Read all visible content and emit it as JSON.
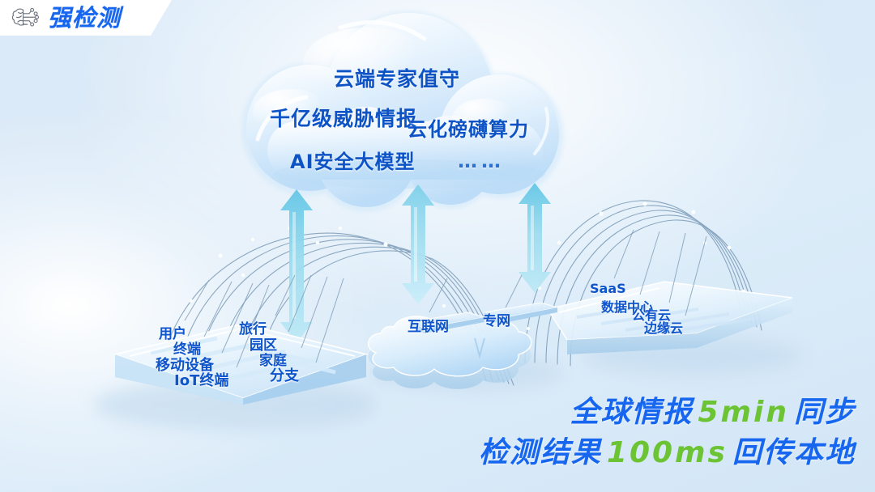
{
  "brand": {
    "logo_icon": "brain-circuit-icon",
    "name": "强检测"
  },
  "cloud": {
    "labels": [
      "云端专家值守",
      "千亿级威胁情报",
      "云化磅礴算力",
      "AI安全大模型",
      "……"
    ]
  },
  "platforms": {
    "left": {
      "labels_col1": [
        "用户",
        "终端",
        "移动设备",
        "IoT终端"
      ],
      "labels_col2": [
        "旅行",
        "园区",
        "家庭",
        "分支"
      ]
    },
    "middle": {
      "labels": [
        "互联网",
        "专网"
      ]
    },
    "right": {
      "labels": [
        "SaaS",
        "数据中心",
        "公有云",
        "边缘云"
      ]
    }
  },
  "headline": {
    "line1": {
      "prefix": "全球情报",
      "metric": "5min",
      "suffix": "同步"
    },
    "line2": {
      "prefix": "检测结果",
      "metric": "100ms",
      "suffix": "回传本地"
    }
  },
  "colors": {
    "brand_blue": "#1766ef",
    "deep_blue": "#0d53c6",
    "accent_green": "#6cc334",
    "background": "#dceaf7",
    "arrow_cyan": "#8fd4ea"
  }
}
